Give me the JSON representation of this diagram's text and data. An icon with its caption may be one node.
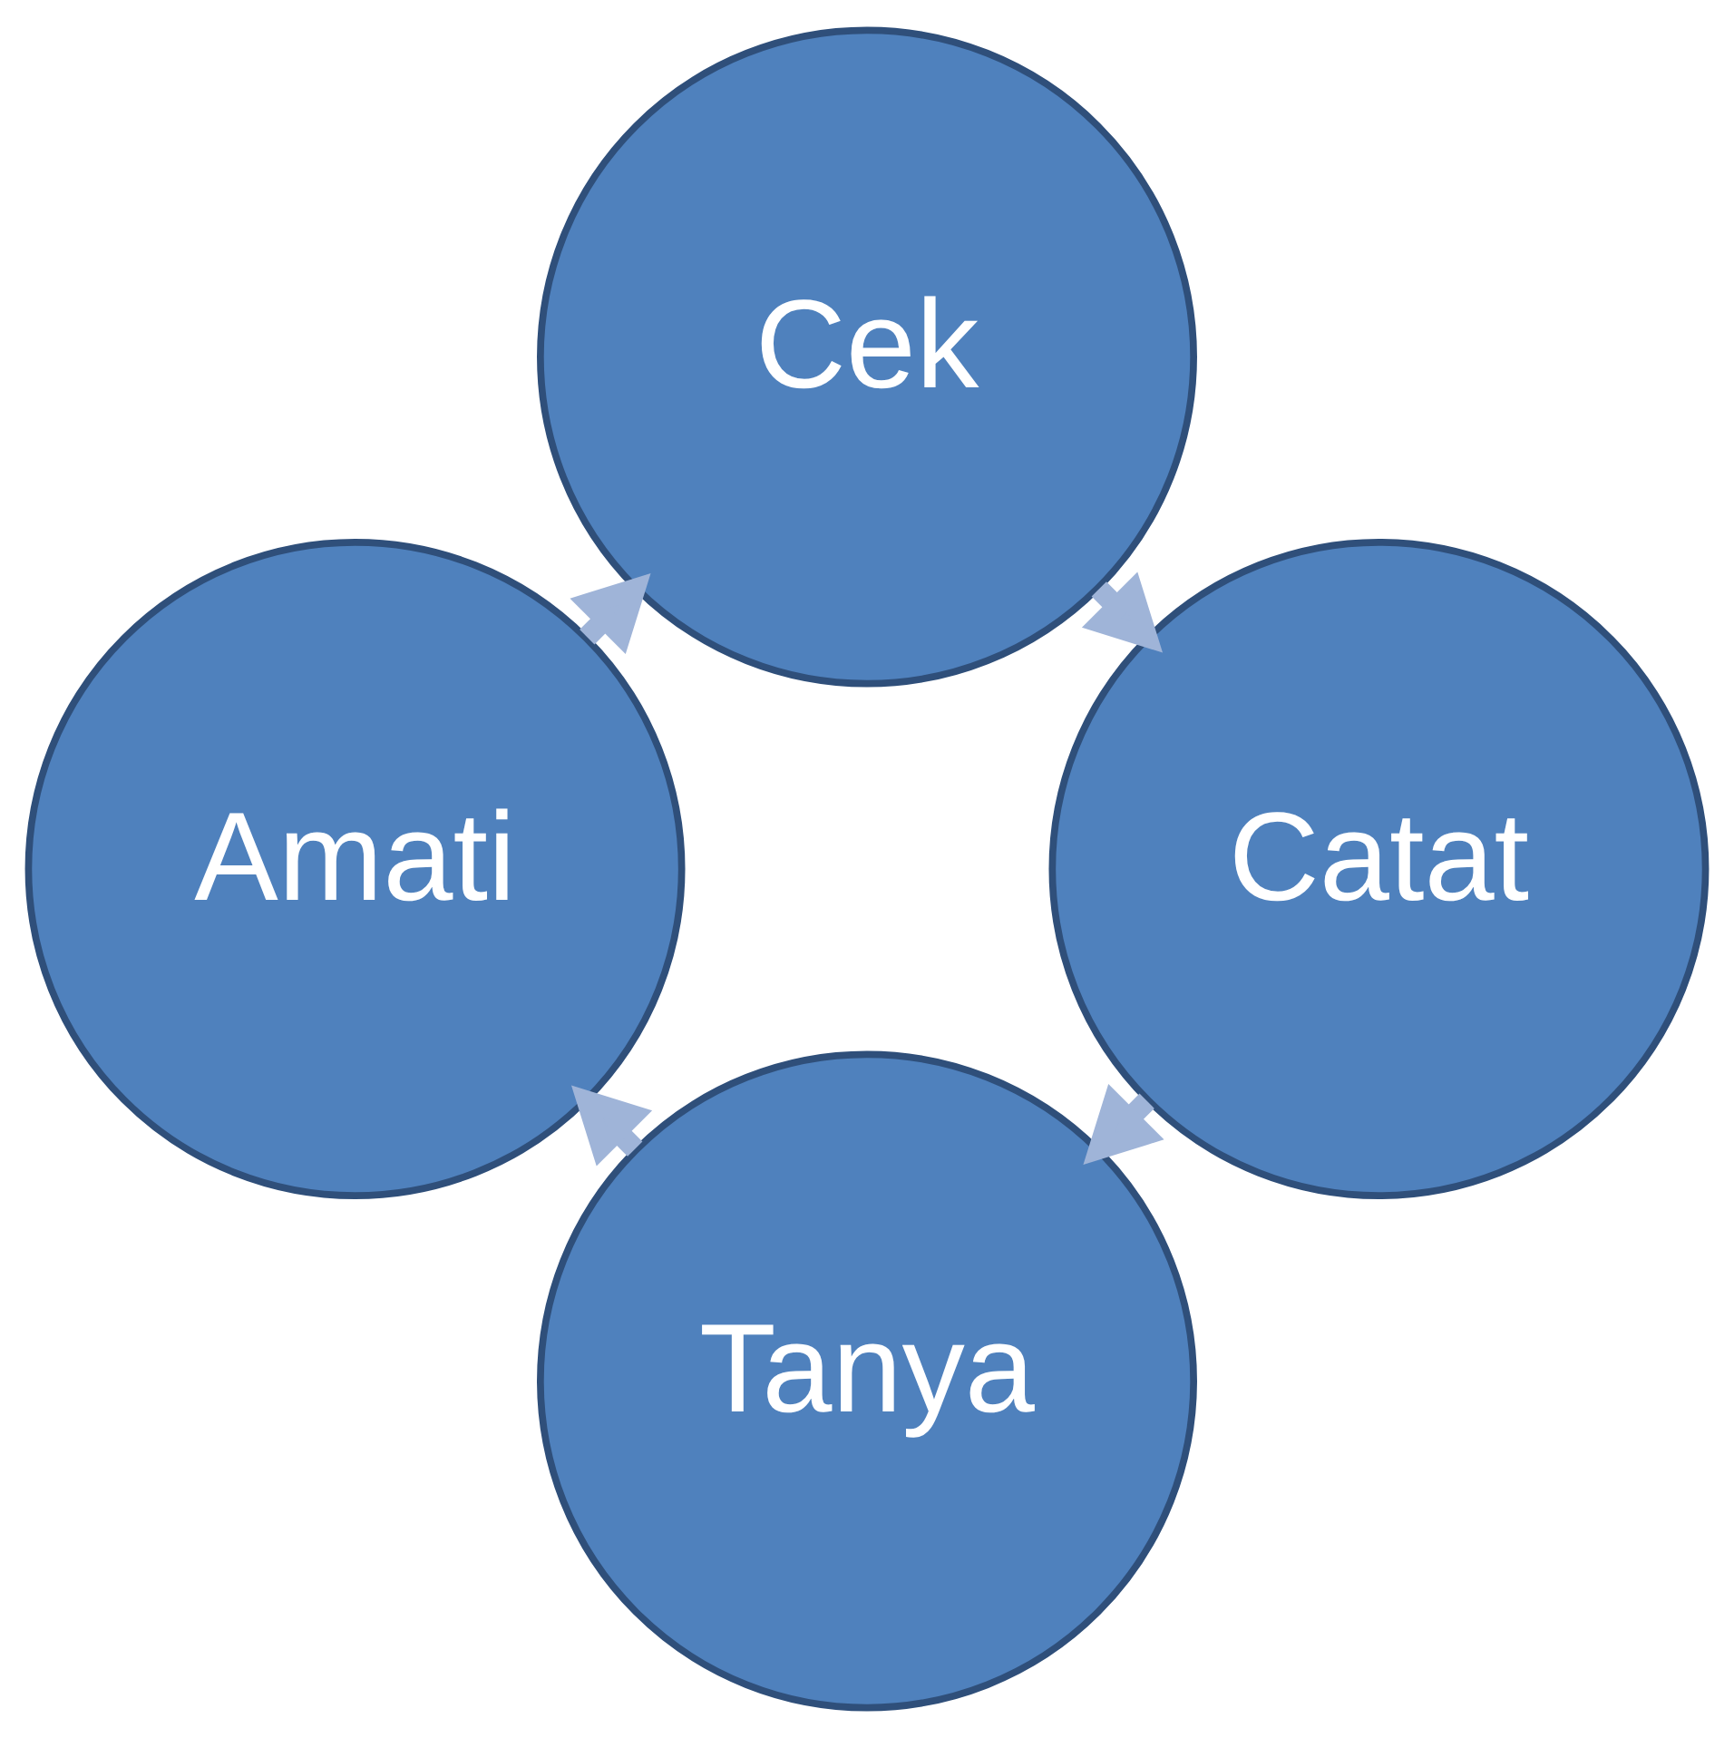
{
  "diagram": {
    "nodes": [
      {
        "text": [
          "Tanya"
        ]
      },
      {
        "text": [
          "Amati"
        ]
      },
      {
        "text": [
          "Cek"
        ]
      },
      {
        "text": [
          "Catat"
        ]
      }
    ],
    "edges": [
      {
        "from": 0,
        "to": 1,
        "arrow": "to"
      },
      {
        "from": 1,
        "to": 2,
        "arrow": "to"
      },
      {
        "from": 2,
        "to": 3,
        "arrow": "to"
      },
      {
        "from": 3,
        "to": 0,
        "arrow": "to"
      }
    ]
  }
}
